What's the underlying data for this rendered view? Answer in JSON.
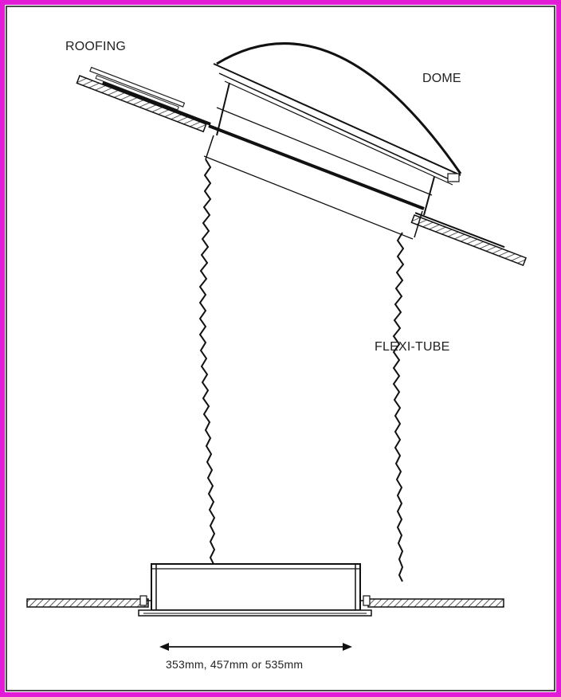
{
  "labels": {
    "roofing": "ROOFING",
    "dome": "DOME",
    "flexi_tube": "FLEXI-TUBE",
    "diameter_options": "353mm, 457mm or 535mm"
  },
  "colors": {
    "border": "#e21bd6",
    "line": "#1a1a1a",
    "hatch": "#333333"
  }
}
